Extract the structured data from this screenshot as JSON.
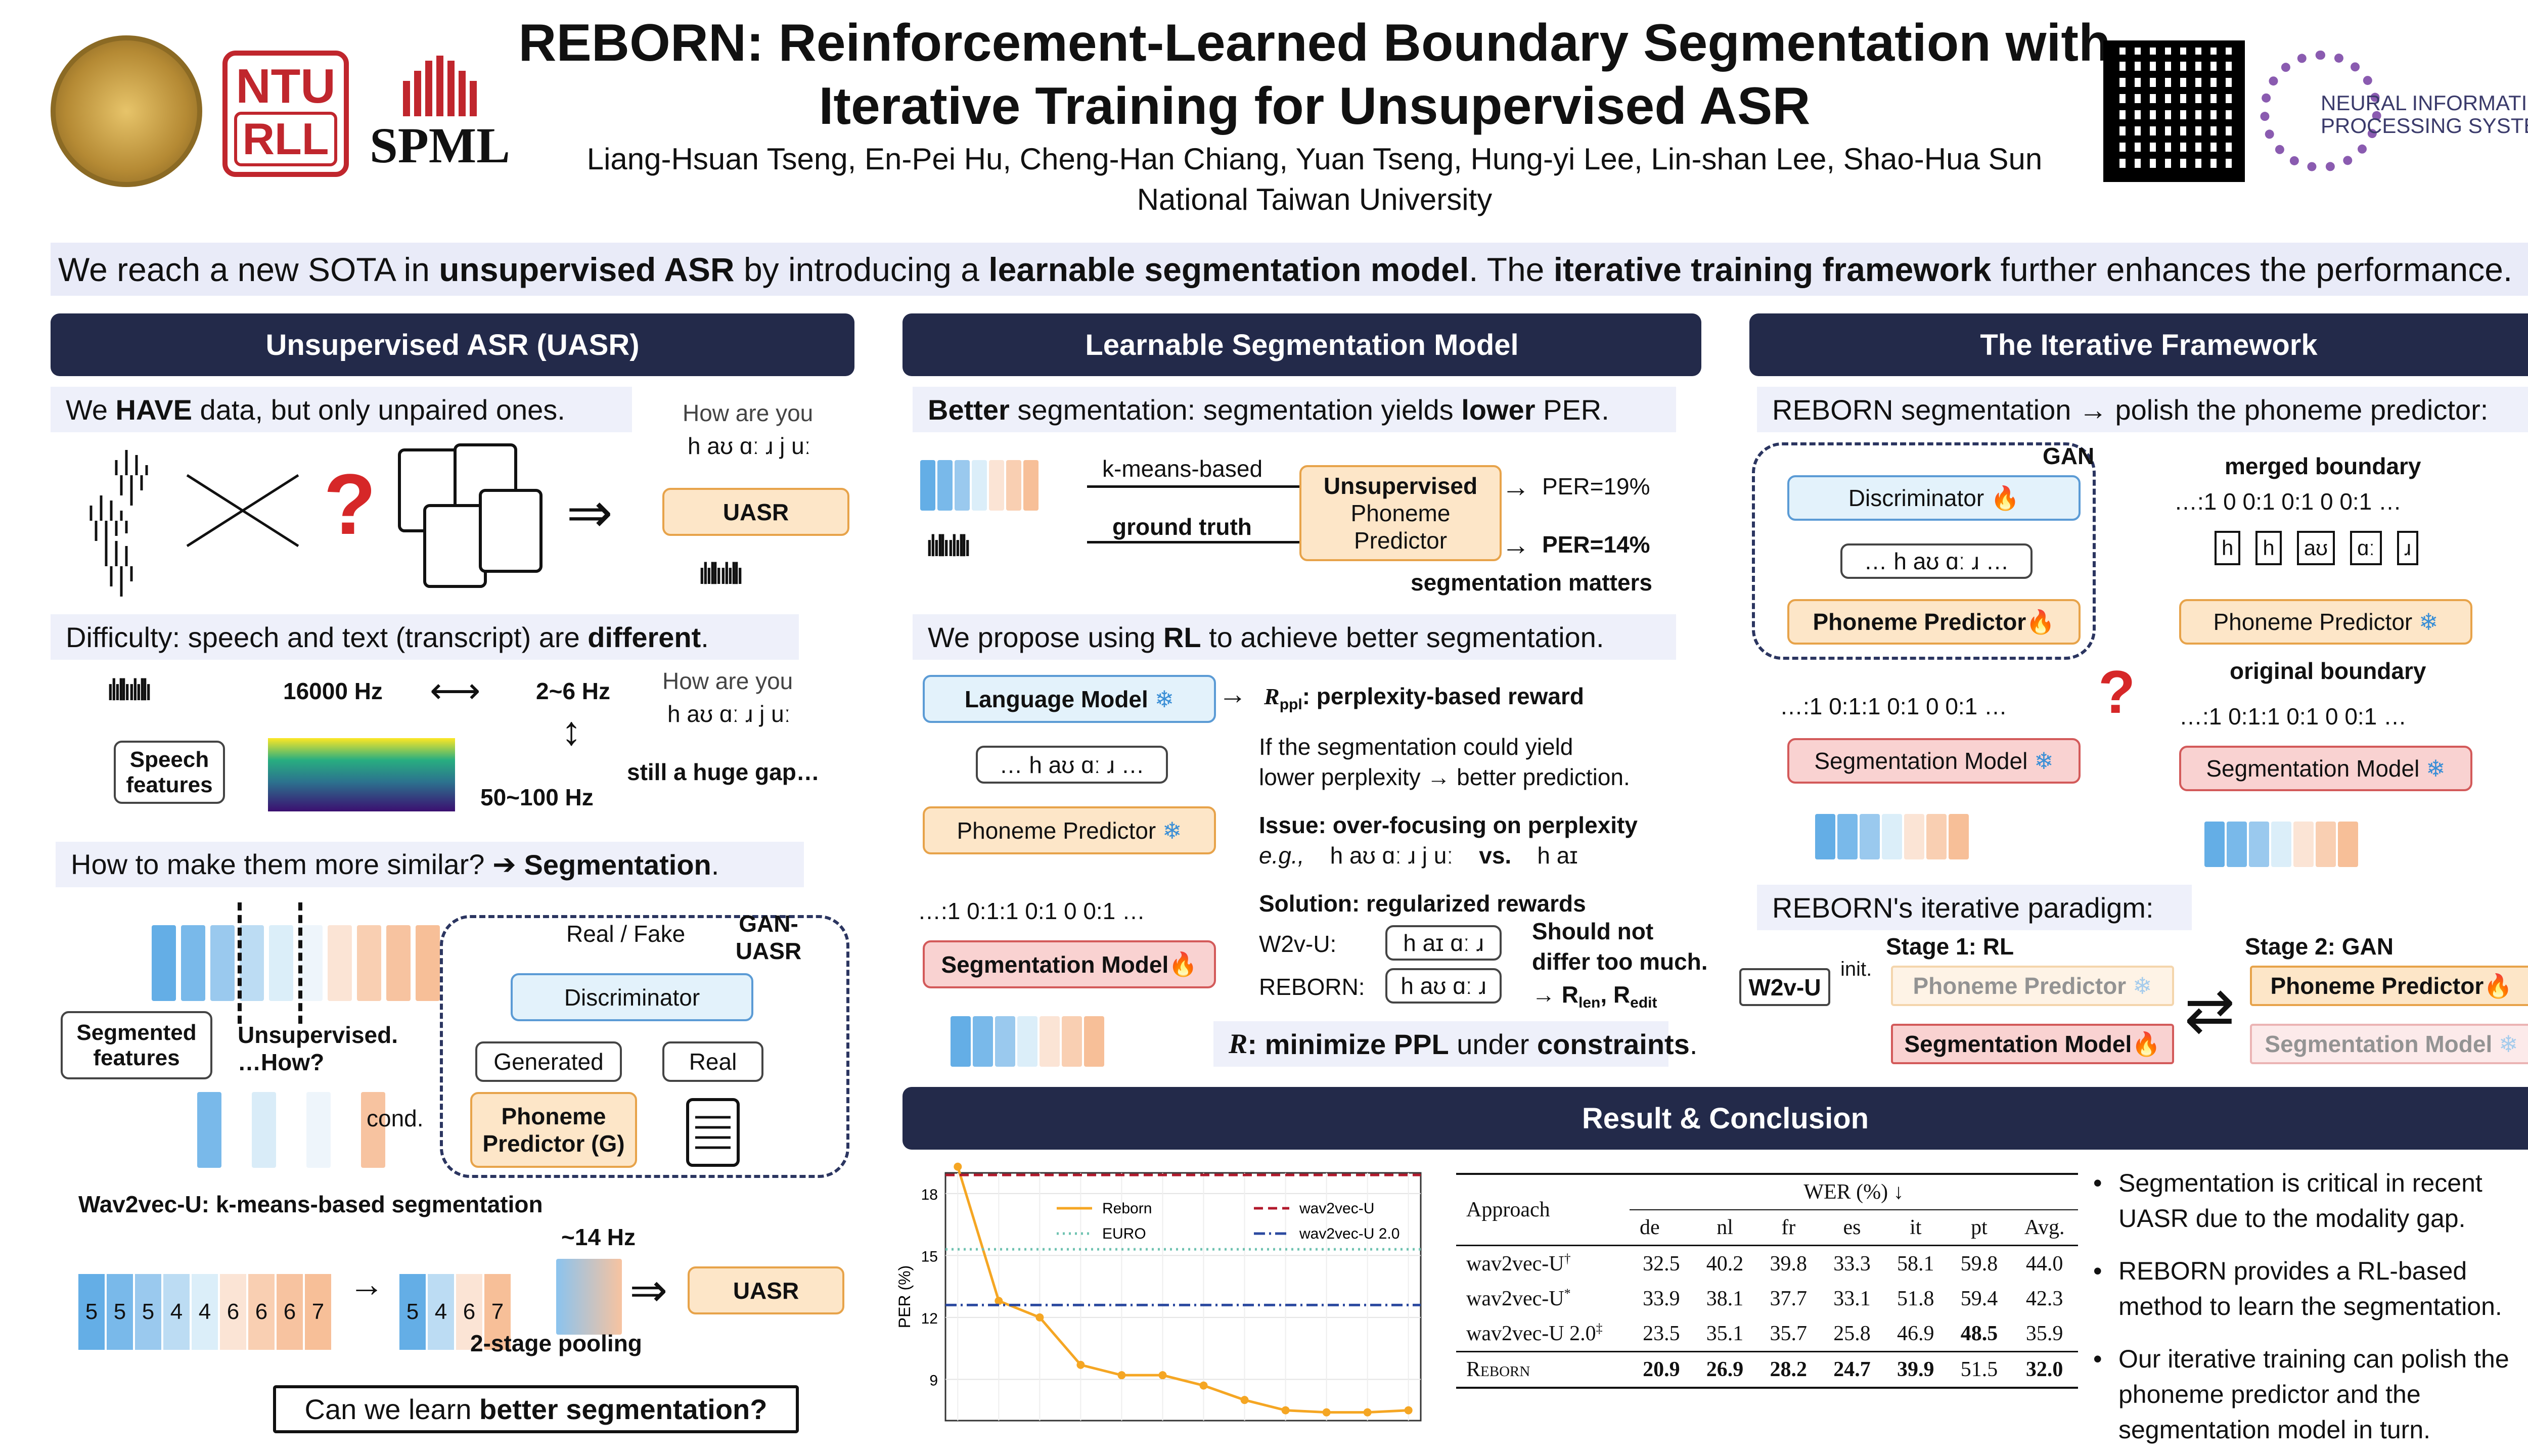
{
  "title_line1": "REBORN: Reinforcement-Learned Boundary Segmentation with",
  "title_line2": "Iterative Training for Unsupervised ASR",
  "authors": "Liang-Hsuan Tseng, En-Pei Hu, Cheng-Han Chiang, Yuan Tseng, Hung-yi Lee, Lin-shan Lee, Shao-Hua Sun",
  "affiliation": "National Taiwan University",
  "logos": {
    "ntu_top": "NTU",
    "ntu_bottom": "RLL",
    "spml": "SPML",
    "neurips_line1": "NEURAL INFORMATION",
    "neurips_line2": "PROCESSING SYSTEMS"
  },
  "banner": {
    "p1": "We reach a new SOTA in ",
    "b1": "unsupervised ASR",
    "p2": " by introducing a ",
    "b2": "learnable segmentation model",
    "p3": ". The ",
    "b3": "iterative training framework",
    "p4": " further enhances the performance."
  },
  "sections": {
    "uasr": "Unsupervised ASR (UASR)",
    "seg": "Learnable Segmentation Model",
    "iter": "The Iterative Framework",
    "result": "Result  &  Conclusion"
  },
  "uasr": {
    "have_a": "We ",
    "have_b": "HAVE",
    "have_c": " data, but only unpaired ones.",
    "how_are_you": "How are you",
    "phon": "h aʊ ɑː ɹ j uː",
    "uasr_box": "UASR",
    "difficulty_a": "Difficulty: speech and text (transcript) are ",
    "difficulty_b": "different",
    "difficulty_c": ".",
    "hz16000": "16000 Hz",
    "hz2_6": "2~6 Hz",
    "hz50_100": "50~100 Hz",
    "gap": "still a huge gap…",
    "speech_features": "Speech features",
    "how_similar_a": "How to make them more similar? ➔ ",
    "how_similar_b": "Segmentation",
    "how_similar_c": ".",
    "segmented": "Segmented features",
    "unsup_how": "Unsupervised. …How?",
    "real_fake": "Real / Fake",
    "gan_uasr": "GAN-UASR",
    "discriminator": "Discriminator",
    "generated": "Generated",
    "real": "Real",
    "cond": "cond.",
    "phoneme_g": "Phoneme Predictor (G)",
    "wav2vec_title": "Wav2vec-U: k-means-based segmentation",
    "hz14": "~14 Hz",
    "seq1": [
      "5",
      "5",
      "5",
      "4",
      "4",
      "6",
      "6",
      "6",
      "7"
    ],
    "seq2": [
      "5",
      "4",
      "6",
      "7"
    ],
    "pooling": "2-stage pooling",
    "better_seg_a": "Can we learn ",
    "better_seg_b": "better",
    "better_seg_c": " segmentation?"
  },
  "seg": {
    "better_a": "Better",
    "better_b": " segmentation: segmentation yields ",
    "better_c": "lower",
    "better_d": " PER.",
    "kmeans": "k-means-based",
    "ground_truth": "ground truth",
    "upp_line1": "Unsupervised",
    "upp_line2": "Phoneme",
    "upp_line3": "Predictor",
    "per19": "PER=19%",
    "per14": "PER=14%",
    "matters": "segmentation matters",
    "propose_a": "We propose using ",
    "propose_b": "RL",
    "propose_c": " to achieve better segmentation.",
    "lm": "Language Model",
    "rppl": "R",
    "rppl_sub": "ppl",
    "rppl_text": ": perplexity-based reward",
    "phon_short": "… h aʊ ɑː ɹ …",
    "pp": "Phoneme Predictor",
    "segm": "Segmentation Model",
    "bits": "…:1 0:1:1 0:1 0 0:1 …",
    "if1": "If the segmentation could yield",
    "if2": "lower perplexity  → better prediction.",
    "issue": "Issue: over-focusing on perplexity",
    "eg": "e.g.,",
    "eg_a": "h aʊ ɑː ɹ j uː",
    "vs": "vs.",
    "eg_b": "h aɪ",
    "solution": "Solution: regularized rewards",
    "w2vu": "W2v-U:",
    "reborn": "REBORN:",
    "w2vu_phon": "h aɪ ɑː ɹ",
    "reborn_phon": "h aʊ ɑː ɹ",
    "should1": "Should not",
    "should2": "differ too much.",
    "should3": "→ R",
    "len": "len",
    "rsep": ", R",
    "edit": "edit",
    "rfinal_a": "R",
    "rfinal_b": ": minimize PPL",
    "rfinal_c": " under ",
    "rfinal_d": "constraints",
    "rfinal_e": "."
  },
  "iter": {
    "polish": "REBORN segmentation → polish the phoneme predictor:",
    "gan": "GAN",
    "disc": "Discriminator",
    "phon_short": "… h aʊ ɑː ɹ …",
    "pp": "Phoneme Predictor",
    "segm": "Segmentation Model",
    "bits_left": "…:1 0:1:1 0:1 0 0:1 …",
    "merged": "merged boundary",
    "merged_bits": "…:1 0 0:1 0:1 0 0:1 …",
    "original": "original boundary",
    "original_bits": "…:1 0:1:1 0:1 0 0:1 …",
    "tokens": [
      "h",
      "h",
      "aʊ",
      "ɑː",
      "ɹ"
    ],
    "qmark": "?",
    "paradigm": "REBORN's iterative paradigm:",
    "w2vu": "W2v-U",
    "init": "init.",
    "stage1": "Stage 1: RL",
    "stage2": "Stage 2: GAN",
    "pp_faded": "Phoneme Predictor",
    "segm_active": "Segmentation Model",
    "pp_active": "Phoneme Predictor",
    "segm_faded": "Segmentation Model"
  },
  "chart_data": {
    "type": "line",
    "title": "",
    "xlabel": "",
    "ylabel": "PER (%)",
    "ylim": [
      7,
      19
    ],
    "yticks": [
      9,
      12,
      15,
      18
    ],
    "x": [
      1,
      2,
      3,
      4,
      5,
      6,
      7,
      8,
      9,
      10,
      11,
      12
    ],
    "series": [
      {
        "name": "Reborn",
        "values": [
          19.3,
          12.8,
          12.0,
          9.7,
          9.2,
          9.2,
          8.7,
          8.0,
          7.5,
          7.4,
          7.4,
          7.5
        ],
        "color": "#f5a623"
      },
      {
        "name": "EURO",
        "values": [
          15.3
        ],
        "style": "dotted",
        "color": "#6fc3b1",
        "hline": true
      },
      {
        "name": "wav2vec-U",
        "values": [
          18.9
        ],
        "style": "dashed",
        "color": "#b2182b",
        "hline": true
      },
      {
        "name": "wav2vec-U 2.0",
        "values": [
          12.6
        ],
        "style": "dashdot",
        "color": "#2c4aa0",
        "hline": true
      }
    ]
  },
  "table": {
    "header": "Approach",
    "wer": "WER (%) ↓",
    "cols": [
      "de",
      "nl",
      "fr",
      "es",
      "it",
      "pt",
      "Avg."
    ],
    "rows": [
      {
        "name": "wav2vec-U",
        "sup": "†",
        "vals": [
          "32.5",
          "40.2",
          "39.8",
          "33.3",
          "58.1",
          "59.8",
          "44.0"
        ]
      },
      {
        "name": "wav2vec-U",
        "sup": "*",
        "vals": [
          "33.9",
          "38.1",
          "37.7",
          "33.1",
          "51.8",
          "59.4",
          "42.3"
        ]
      },
      {
        "name": "wav2vec-U 2.0",
        "sup": "‡",
        "vals": [
          "23.5",
          "35.1",
          "35.7",
          "25.8",
          "46.9",
          "48.5",
          "35.9"
        ]
      },
      {
        "name": "Reborn",
        "sup": "",
        "vals": [
          "20.9",
          "26.9",
          "28.2",
          "24.7",
          "39.9",
          "51.5",
          "32.0"
        ]
      }
    ]
  },
  "conclusion": [
    "Segmentation is critical in recent UASR due to the modality gap.",
    "REBORN provides a RL-based method to learn the segmentation.",
    "Our iterative training can polish the phoneme predictor and the segmentation model in turn."
  ],
  "colors": {
    "navy": "#232a4a",
    "orange": "#fde6c8",
    "blue": "#e3f2fb",
    "red": "#f9d2d1",
    "accent_red": "#d62728"
  }
}
